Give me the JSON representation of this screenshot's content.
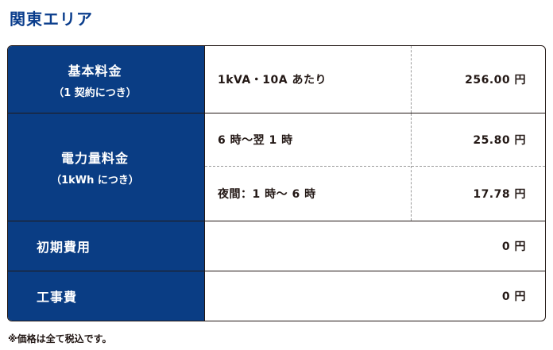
{
  "region_title": "関東エリア",
  "rows": {
    "basic_charge": {
      "label": "基本料金",
      "sub": "（1 契約につき）",
      "items": [
        {
          "description": "1kVA・10A あたり",
          "price": "256.00 円"
        }
      ]
    },
    "energy_charge": {
      "label": "電力量料金",
      "sub": "（1kWh につき）",
      "items": [
        {
          "description": "6 時〜翌 1 時",
          "price": "25.80 円"
        },
        {
          "description": "夜間：1 時〜 6 時",
          "price": "17.78 円"
        }
      ]
    },
    "initial_cost": {
      "label": "初期費用",
      "price": "0 円"
    },
    "construction_cost": {
      "label": "工事費",
      "price": "0 円"
    }
  },
  "footnote": "※価格は全て税込です。",
  "colors": {
    "header_blue": "#0a3d84",
    "title_blue": "#0a3d8c",
    "border": "#231815",
    "dash": "#9a9a9a"
  }
}
